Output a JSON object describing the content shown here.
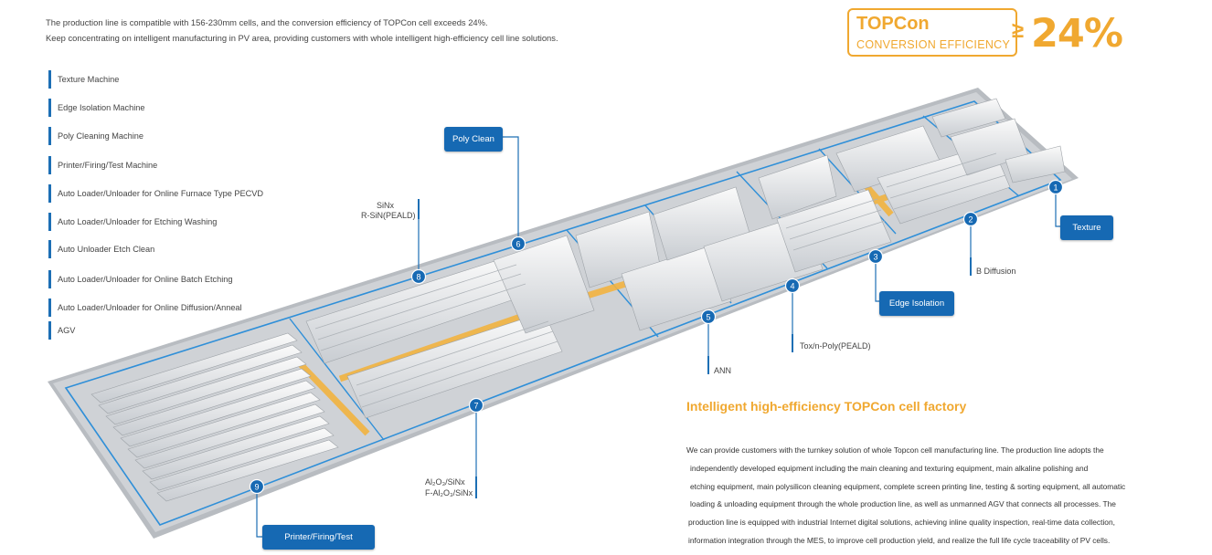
{
  "intro": {
    "line1": "The production line is compatible with 156-230mm cells, and the conversion efficiency of TOPCon cell exceeds 24%.",
    "line2": "Keep concentrating on intelligent manufacturing in PV area, providing customers with whole intelligent high-efficiency cell line solutions."
  },
  "badge": {
    "title": "TOPCon",
    "subtitle": "CONVERSION EFFICIENCY",
    "chevron": "≥",
    "value": "24%"
  },
  "legend": [
    "Texture Machine",
    "Edge Isolation Machine",
    "Poly Cleaning Machine",
    "Printer/Firing/Test Machine",
    "Auto Loader/Unloader for Online Furnace Type PECVD",
    "Auto Loader/Unloader for Etching Washing",
    "Auto Unloader Etch Clean",
    "Auto Loader/Unloader for Online Batch Etching",
    "Auto Loader/Unloader for Online Diffusion/Anneal",
    "AGV"
  ],
  "markers": [
    "1",
    "2",
    "3",
    "4",
    "5",
    "6",
    "7",
    "8",
    "9"
  ],
  "callouts": {
    "poly_clean": "Poly Clean",
    "texture": "Texture",
    "edge_isolation": "Edge Isolation",
    "printer": "Printer/Firing/Test"
  },
  "labels": {
    "sinx": "SiNx",
    "rsin": "R-SiN(PEALD)",
    "b_diffusion": "B Diffusion",
    "tox": "Tox/n-Poly(PEALD)",
    "ann": "ANN",
    "alox": "Al₂O₃/SiNx",
    "falox": "F-Al₂O₃/SiNx"
  },
  "heading": "Intelligent high-efficiency TOPCon cell factory",
  "paragraph": [
    "We can provide customers with the turnkey solution of whole Topcon cell manufacturing line. The production line adopts the",
    "independently developed equipment  including the main cleaning and texturing equipment, main alkaline polishing and",
    "etching equipment, main polysilicon cleaning equipment, complete screen printing line, testing & sorting equipment, all automatic",
    "loading & unloading equipment through the whole production line, as well as unmanned AGV that connects all processes. The",
    "production line is equipped with industrial Internet digital solutions, achieving inline quality inspection, real-time data collection,",
    "information integration through the MES, to improve cell production yield, and realize the full life cycle traceability of PV cells."
  ],
  "colors": {
    "accent": "#f0a830",
    "blue": "#1669b3"
  }
}
